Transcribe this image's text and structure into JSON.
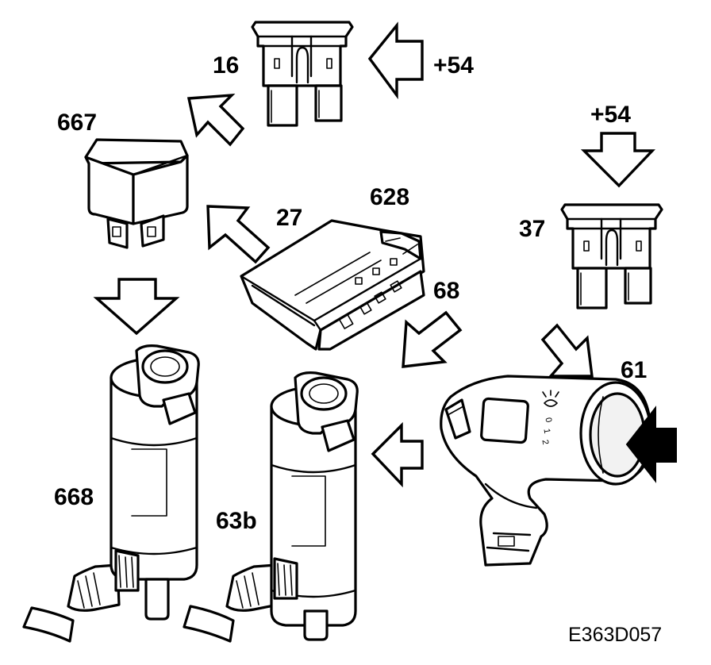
{
  "labels": {
    "fuse_16": "16",
    "supply_top": "+54",
    "relay": "667",
    "control_module_num": "27",
    "control_module": "628",
    "supply_right": "+54",
    "fuse_37": "37",
    "connector": "68",
    "stalk_switch": "61",
    "pump_front": "668",
    "pump_rear": "63b"
  },
  "stalk_markings": [
    "0",
    "1",
    "2"
  ],
  "figure_code": "E363D057"
}
